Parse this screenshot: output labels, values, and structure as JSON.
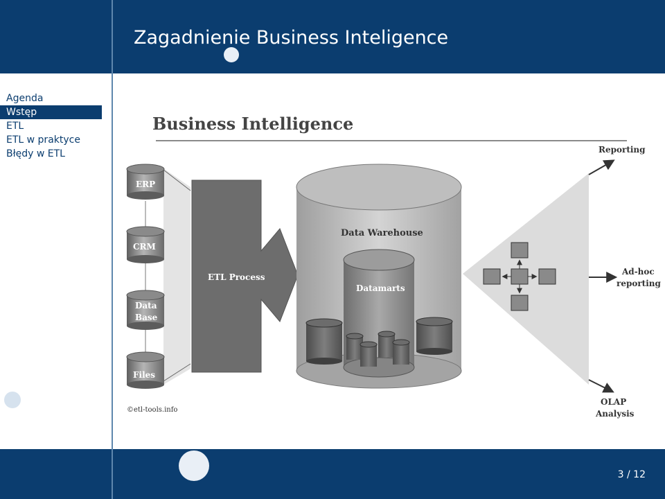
{
  "slide": {
    "title": "Zagadnienie Business Inteligence",
    "page_current": "3",
    "page_separator": "/",
    "page_total": "12"
  },
  "sidebar": {
    "items": [
      {
        "label": "Agenda",
        "active": false
      },
      {
        "label": "Wstęp",
        "active": true
      },
      {
        "label": "ETL",
        "active": false
      },
      {
        "label": "ETL w praktyce",
        "active": false
      },
      {
        "label": "Błędy w ETL",
        "active": false
      }
    ]
  },
  "diagram": {
    "heading": "Business Intelligence",
    "sources": [
      "ERP",
      "CRM",
      "Data",
      "Base",
      "Files"
    ],
    "process_label": "ETL Process",
    "warehouse_label": "Data Warehouse",
    "datamarts_label": "Datamarts",
    "outputs": {
      "reporting": "Reporting",
      "adhoc_line1": "Ad-hoc",
      "adhoc_line2": "reporting",
      "olap_line1": "OLAP",
      "olap_line2": "Analysis"
    },
    "credit": "©etl-tools.info"
  },
  "colors": {
    "header_blue": "#0b3d6f",
    "sidebar_text": "#0b3d6f",
    "divider": "#5e87ad"
  }
}
